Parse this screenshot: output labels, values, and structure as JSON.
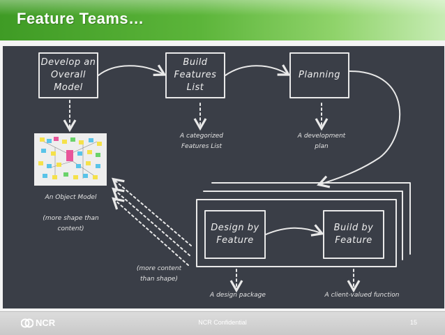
{
  "slide": {
    "title": "Feature Teams…",
    "page_number": "15"
  },
  "diagram": {
    "boxes": {
      "develop_model": "Develop an Overall Model",
      "build_features_list": "Build Features List",
      "planning": "Planning",
      "design_by_feature": "Design by Feature",
      "build_by_feature": "Build by Feature"
    },
    "outputs": {
      "object_model": "An Object Model",
      "object_model_note": "(more shape than content)",
      "features_list": "A categorized Features List",
      "development_plan": "A development plan",
      "content_note": "(more content than shape)",
      "design_package": "A design package",
      "client_function": "A client-valued function"
    }
  },
  "footer": {
    "logo_text": "NCR",
    "confidential": "NCR Confidential"
  }
}
